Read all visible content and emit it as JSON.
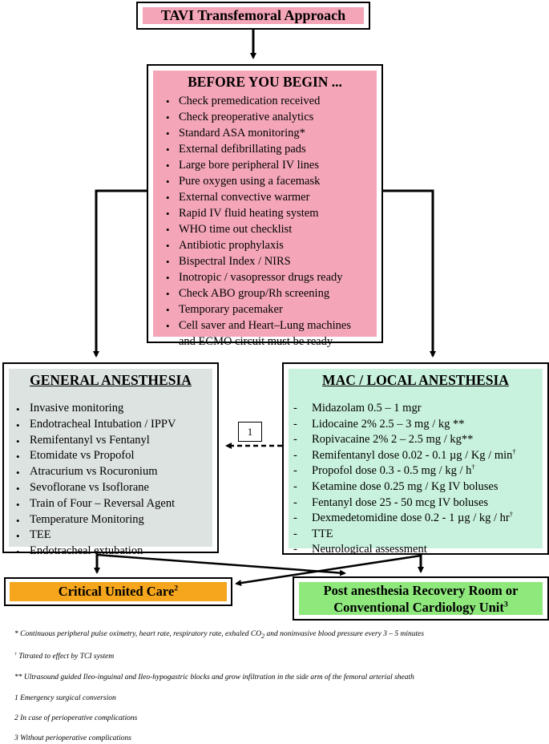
{
  "title": "TAVI Transfemoral Approach",
  "before_you_begin": {
    "heading": "BEFORE YOU BEGIN ...",
    "items": [
      "Check premedication received",
      "Check preoperative analytics",
      "Standard ASA monitoring*",
      "External defibrillating pads",
      "Large bore peripheral IV lines",
      "Pure oxygen using a facemask",
      "External convective warmer",
      "Rapid IV fluid heating system",
      "WHO time out checklist",
      "Antibiotic prophylaxis",
      "Bispectral Index / NIRS",
      "Inotropic / vasopressor drugs ready",
      "Check ABO group/Rh screening",
      "Temporary pacemaker",
      "Cell saver and Heart–Lung machines",
      "and ECMO circuit must be ready"
    ]
  },
  "general_anesthesia": {
    "heading": "GENERAL ANESTHESIA",
    "items": [
      "Invasive monitoring",
      "Endotracheal Intubation / IPPV",
      "Remifentanyl vs Fentanyl",
      "Etomidate vs Propofol",
      "Atracurium vs Rocuronium",
      "Sevoflorane vs Isoflorane",
      "Train of Four – Reversal Agent",
      "Temperature Monitoring",
      "TEE",
      "Endotracheal extubation"
    ]
  },
  "mac_anesthesia": {
    "heading": "MAC / LOCAL ANESTHESIA",
    "items": [
      {
        "text": "Midazolam 0.5 – 1 mgr",
        "sup": ""
      },
      {
        "text": "Lidocaine 2%  2.5 – 3 mg / kg **",
        "sup": ""
      },
      {
        "text": "Ropivacaine 2%  2 –  2.5 mg / kg**",
        "sup": ""
      },
      {
        "text": "Remifentanyl dose  0.02 - 0.1 µg / Kg / min",
        "sup": "†"
      },
      {
        "text": "Propofol dose  0.3 - 0.5 mg / kg / h",
        "sup": "†"
      },
      {
        "text": "Ketamine dose  0.25 mg / Kg IV boluses",
        "sup": ""
      },
      {
        "text": "Fentanyl dose  25 - 50 mcg IV boluses",
        "sup": ""
      },
      {
        "text": "Dexmedetomidine dose 0.2 - 1 µg / kg / hr",
        "sup": "†"
      },
      {
        "text": "TTE",
        "sup": ""
      },
      {
        "text": "Neurological assessment",
        "sup": ""
      }
    ]
  },
  "conversion_label": "1",
  "critical_care": {
    "text": "Critical United Care",
    "sup": "2"
  },
  "recovery": {
    "line1": "Post anesthesia Recovery Room or",
    "line2": "Conventional Cardiology Unit",
    "sup": "3"
  },
  "footnotes": {
    "asterisk": "* Continuous peripheral pulse oximetry, heart rate, respiratory rate, exhaled CO",
    "asterisk_sub": "2",
    "asterisk_tail": " and noninvasive blood pressure every 3 – 5 minutes",
    "dagger_sym": "†",
    "dagger": " Titrated to effect by TCI system",
    "double_asterisk": "** Ultrasound guided Ileo-inguinal and Ileo-hypogastric blocks and grow infiltration in the side arm of the femoral arterial sheath",
    "note1": "1 Emergency surgical conversion",
    "note2": "2 In case of perioperative complications",
    "note3": "3 Without perioperative complications"
  },
  "colors": {
    "pink": "#f4a6b8",
    "grey": "#dde3e0",
    "mint": "#c9f2de",
    "orange": "#f5a61c",
    "green": "#8ee87c"
  }
}
